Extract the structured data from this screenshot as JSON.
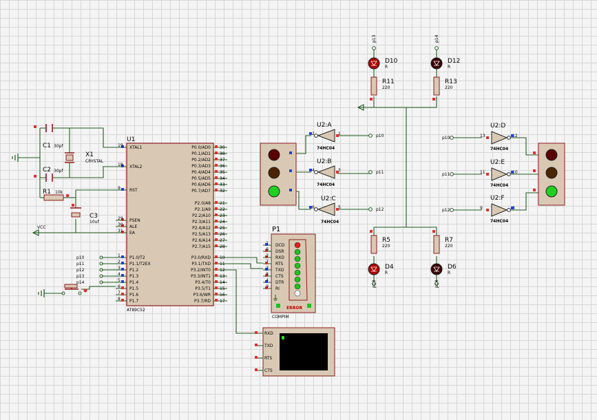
{
  "mcu": {
    "ref": "U1",
    "part": "AT89C52",
    "left_pins": [
      {
        "num": "19",
        "name": "XTAL1"
      },
      {
        "num": "18",
        "name": "XTAL2"
      },
      {
        "num": "9",
        "name": "RST"
      },
      {
        "num": "29",
        "name": "PSEN"
      },
      {
        "num": "30",
        "name": "ALE"
      },
      {
        "num": "31",
        "name": "EA"
      },
      {
        "num": "1",
        "name": "P1.0/T2"
      },
      {
        "num": "2",
        "name": "P1.1/T2EX"
      },
      {
        "num": "3",
        "name": "P1.2"
      },
      {
        "num": "4",
        "name": "P1.3"
      },
      {
        "num": "5",
        "name": "P1.4"
      },
      {
        "num": "6",
        "name": "P1.5"
      },
      {
        "num": "7",
        "name": "P1.6"
      },
      {
        "num": "8",
        "name": "P1.7"
      }
    ],
    "right_pins": [
      {
        "num": "39",
        "name": "P0.0/AD0"
      },
      {
        "num": "38",
        "name": "P0.1/AD1"
      },
      {
        "num": "37",
        "name": "P0.2/AD2"
      },
      {
        "num": "36",
        "name": "P0.3/AD3"
      },
      {
        "num": "35",
        "name": "P0.4/AD4"
      },
      {
        "num": "34",
        "name": "P0.5/AD5"
      },
      {
        "num": "33",
        "name": "P0.6/AD6"
      },
      {
        "num": "32",
        "name": "P0.7/AD7"
      },
      {
        "num": "21",
        "name": "P2.0/A8"
      },
      {
        "num": "22",
        "name": "P2.1/A9"
      },
      {
        "num": "23",
        "name": "P2.2/A10"
      },
      {
        "num": "24",
        "name": "P2.3/A11"
      },
      {
        "num": "25",
        "name": "P2.4/A12"
      },
      {
        "num": "26",
        "name": "P2.5/A13"
      },
      {
        "num": "27",
        "name": "P2.6/A14"
      },
      {
        "num": "28",
        "name": "P2.7/A15"
      },
      {
        "num": "10",
        "name": "P3.0/RXD"
      },
      {
        "num": "11",
        "name": "P3.1/TXD"
      },
      {
        "num": "12",
        "name": "P3.2/INT0"
      },
      {
        "num": "13",
        "name": "P3.3/INT1"
      },
      {
        "num": "14",
        "name": "P3.4/T0"
      },
      {
        "num": "15",
        "name": "P3.5/T1"
      },
      {
        "num": "16",
        "name": "P3.6/WR"
      },
      {
        "num": "17",
        "name": "P3.7/RD"
      }
    ]
  },
  "port_labels": [
    "p10",
    "p11",
    "p12",
    "p13",
    "p14"
  ],
  "parts": {
    "c1": {
      "ref": "C1",
      "value": "30pf"
    },
    "c2": {
      "ref": "C2",
      "value": "30pf"
    },
    "x1": {
      "ref": "X1",
      "value": "CRYSTAL"
    },
    "r1": {
      "ref": "R1",
      "value": "10k"
    },
    "c3": {
      "ref": "C3",
      "value": "10uf"
    },
    "vcc": "VCC"
  },
  "gates": [
    {
      "ref": "U2:A",
      "type": "74HC04",
      "in_pin": "1",
      "out_pin": "2",
      "net": "p10"
    },
    {
      "ref": "U2:B",
      "type": "74HC04",
      "in_pin": "3",
      "out_pin": "4",
      "net": "p11"
    },
    {
      "ref": "U2:C",
      "type": "74HC04",
      "in_pin": "5",
      "out_pin": "6",
      "net": "p12"
    },
    {
      "ref": "U2:D",
      "type": "74HC04",
      "in_pin": "13",
      "out_pin": "12",
      "net": "p10"
    },
    {
      "ref": "U2:E",
      "type": "74HC04",
      "in_pin": "11",
      "out_pin": "10",
      "net": "p11"
    },
    {
      "ref": "U2:F",
      "type": "74HC04",
      "in_pin": "9",
      "out_pin": "8",
      "net": "p12"
    }
  ],
  "leds": [
    {
      "ref": "D10",
      "value": "R",
      "net": "p13",
      "resistor": "R11",
      "rvalue": "220"
    },
    {
      "ref": "D12",
      "value": "R",
      "net": "p14",
      "resistor": "R13",
      "rvalue": "220"
    },
    {
      "ref": "D4",
      "value": "R",
      "net": "p13",
      "resistor": "R5",
      "rvalue": "220"
    },
    {
      "ref": "D6",
      "value": "R",
      "net": "p14",
      "resistor": "R7",
      "rvalue": "220"
    }
  ],
  "connector": {
    "ref": "P1",
    "part": "COMPIM",
    "status": "ERROR",
    "left_pins": [
      {
        "num": "1",
        "name": "DCD"
      },
      {
        "num": "6",
        "name": "DSR"
      },
      {
        "num": "2",
        "name": "RXD"
      },
      {
        "num": "7",
        "name": "RTS"
      },
      {
        "num": "3",
        "name": "TXD"
      },
      {
        "num": "8",
        "name": "CTS"
      },
      {
        "num": "4",
        "name": "DTR"
      },
      {
        "num": "9",
        "name": "RI"
      }
    ]
  },
  "terminal": {
    "pins": [
      "RXD",
      "TXD",
      "RTS",
      "CTS"
    ]
  },
  "colors": {
    "wire": "#1f5a1f",
    "body": "#d9c9b4",
    "border": "#8b1a1a",
    "pin_red": "#e03030",
    "pin_blue": "#2040e0",
    "led_red": "#b00000",
    "screen": "#000000"
  }
}
